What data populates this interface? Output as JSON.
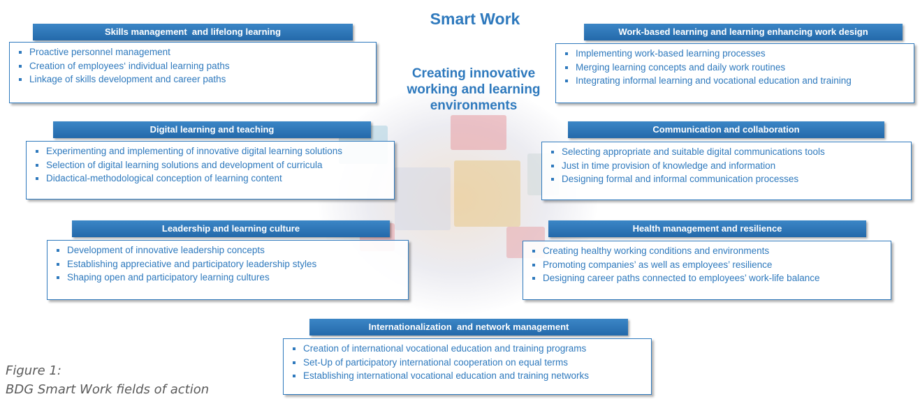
{
  "title": "Smart Work",
  "center": {
    "lines": [
      "Creating innovative",
      "working and learning",
      "environments"
    ]
  },
  "fields": [
    {
      "header": "Skills management  and lifelong learning",
      "items": [
        "Proactive personnel management",
        "Creation of employees‘ individual learning paths",
        "Linkage of skills development and career paths"
      ]
    },
    {
      "header": "Work-based learning and learning enhancing work design",
      "items": [
        "Implementing work-based learning processes",
        "Merging learning concepts and daily work routines",
        "Integrating informal learning and vocational education and training"
      ]
    },
    {
      "header": "Digital learning and teaching",
      "items": [
        "Experimenting and implementing of innovative digital learning solutions",
        "Selection of digital learning solutions and development of curricula",
        "Didactical-methodological conception of learning content"
      ]
    },
    {
      "header": "Communication and collaboration",
      "items": [
        "Selecting appropriate and suitable digital communications tools",
        "Just in time provision of knowledge and information",
        "Designing formal and informal communication processes"
      ]
    },
    {
      "header": "Leadership and learning culture",
      "items": [
        "Development of innovative leadership concepts",
        "Establishing appreciative and participatory leadership styles",
        "Shaping open and participatory learning cultures"
      ]
    },
    {
      "header": "Health management and resilience",
      "items": [
        "Creating healthy working conditions and environments",
        "Promoting companies’ as well as employees’ resilience",
        "Designing career paths connected to employees’ work-life balance"
      ]
    },
    {
      "header": "Internationalization  and network management",
      "items": [
        "Creation of international vocational education and training programs",
        "Set-Up of participatory international cooperation on equal terms",
        "Establishing international vocational education and training networks"
      ]
    }
  ],
  "caption": {
    "line1": "Figure 1:",
    "line2": "BDG Smart Work fields of action"
  }
}
